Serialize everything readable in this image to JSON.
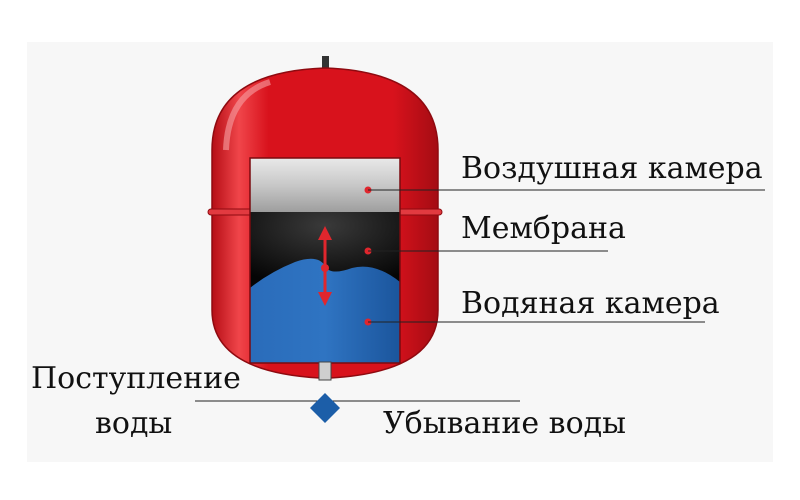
{
  "labels": {
    "air_chamber": "Воздушная камера",
    "membrane": "Мембрана",
    "water_chamber": "Водяная камера",
    "water_inflow_line1": "Поступление",
    "water_inflow_line2": "воды",
    "water_outflow": "Убывание воды"
  },
  "colors": {
    "tank_red": "#d8121c",
    "tank_red_dark": "#a40c13",
    "air_gray": "#c4c4c4",
    "membrane_black": "#0d0d0d",
    "water_blue": "#1f63b0",
    "arrow_red": "#e0262d",
    "valve_blue": "#1c5ea8"
  },
  "icons": {
    "flow_arrow": "double-headed-arrow-icon",
    "valve": "diamond-valve-icon"
  }
}
